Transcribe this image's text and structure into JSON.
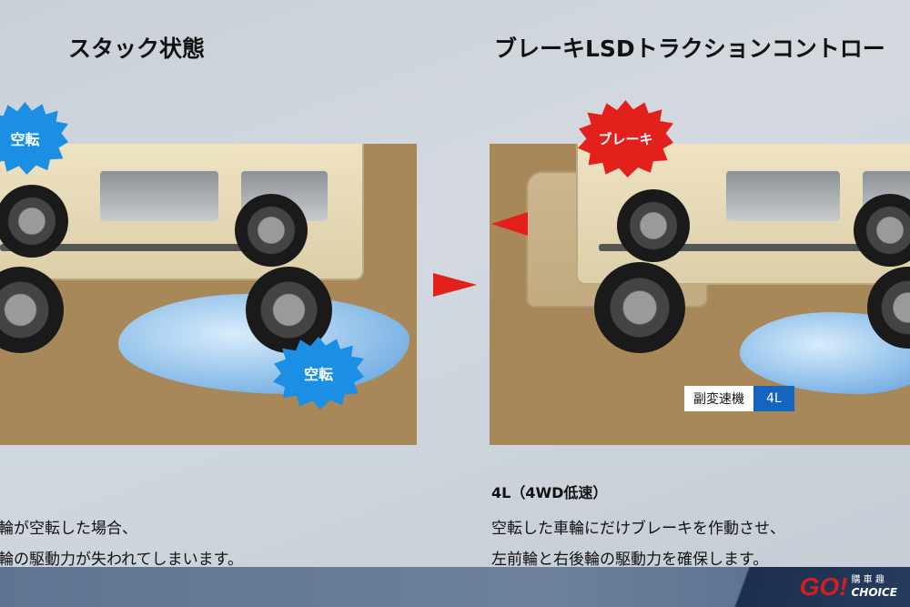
{
  "left": {
    "title": "スタック状態",
    "burst_top": "空転",
    "burst_bottom": "空転",
    "line1": "輪が空転した場合、",
    "line2": "輪の駆動力が失われてしまいます。"
  },
  "right": {
    "title": "ブレーキLSDトラクションコントロー",
    "burst_brake": "ブレーキ",
    "subtransfer_label": "副変速機",
    "subtransfer_value": "4L",
    "mode": "4L（4WD低速）",
    "line1": "空転した車輪にだけブレーキを作動させ、",
    "line2": "左前輪と右後輪の駆動力を確保します。"
  },
  "logo": {
    "main": "GO!",
    "cn": "購 車 趣",
    "en": "CHOICE"
  },
  "colors": {
    "mud": "#a88759",
    "spin": "#1a8fe3",
    "brake": "#e3201b",
    "transfer": "#1565c0"
  }
}
